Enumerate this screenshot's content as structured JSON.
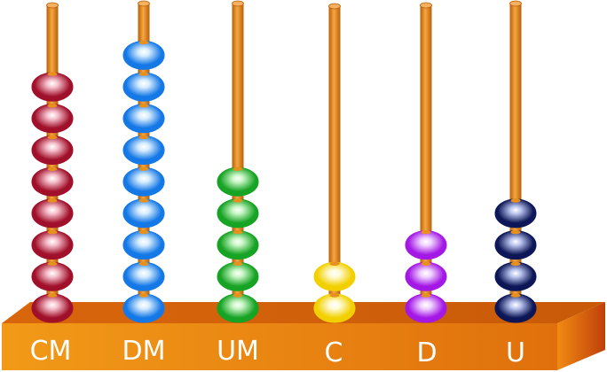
{
  "abacus": {
    "columns": [
      {
        "label": "CM",
        "beads": 8,
        "color": "#a0102a",
        "highlight": "#f6c0cc"
      },
      {
        "label": "DM",
        "beads": 9,
        "color": "#1478e6",
        "highlight": "#d6ecff"
      },
      {
        "label": "UM",
        "beads": 5,
        "color": "#17a324",
        "highlight": "#c6f5c3"
      },
      {
        "label": "C",
        "beads": 2,
        "color": "#f2d000",
        "highlight": "#fffbd6"
      },
      {
        "label": "D",
        "beads": 3,
        "color": "#a418e6",
        "highlight": "#f0d2ff"
      },
      {
        "label": "U",
        "beads": 4,
        "color": "#0d1757",
        "highlight": "#b9c3ee"
      }
    ],
    "rod_color": "#e88a1c",
    "base_color": "#e57d10"
  }
}
